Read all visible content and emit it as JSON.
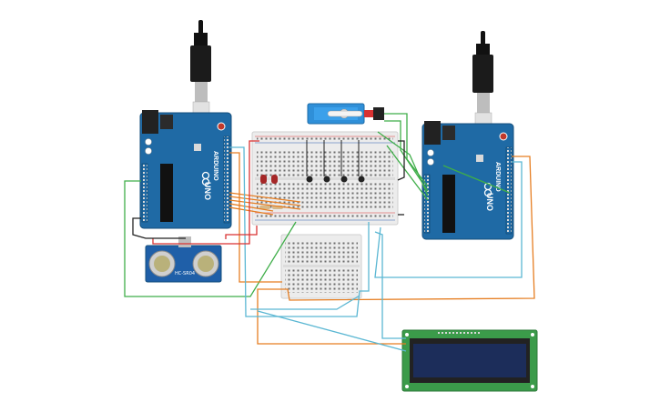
{
  "boards": {
    "left": {
      "logo": "UNO",
      "brand": "ARDUINO"
    },
    "right": {
      "logo": "UNO",
      "brand": "ARDUINO"
    }
  },
  "sensor": {
    "model": "HC-SR04"
  },
  "colors": {
    "board_blue": "#1f6aa5",
    "board_dark": "#164f7c",
    "breadboard": "#ececec",
    "wire_green": "#3fae49",
    "wire_orange": "#e67e22",
    "wire_cyan": "#5bb7d3",
    "wire_red": "#d93232",
    "wire_black": "#222222",
    "lcd_green": "#3b9b4a",
    "lcd_screen": "#1c2d5a",
    "servo_blue": "#2f8fd8"
  }
}
